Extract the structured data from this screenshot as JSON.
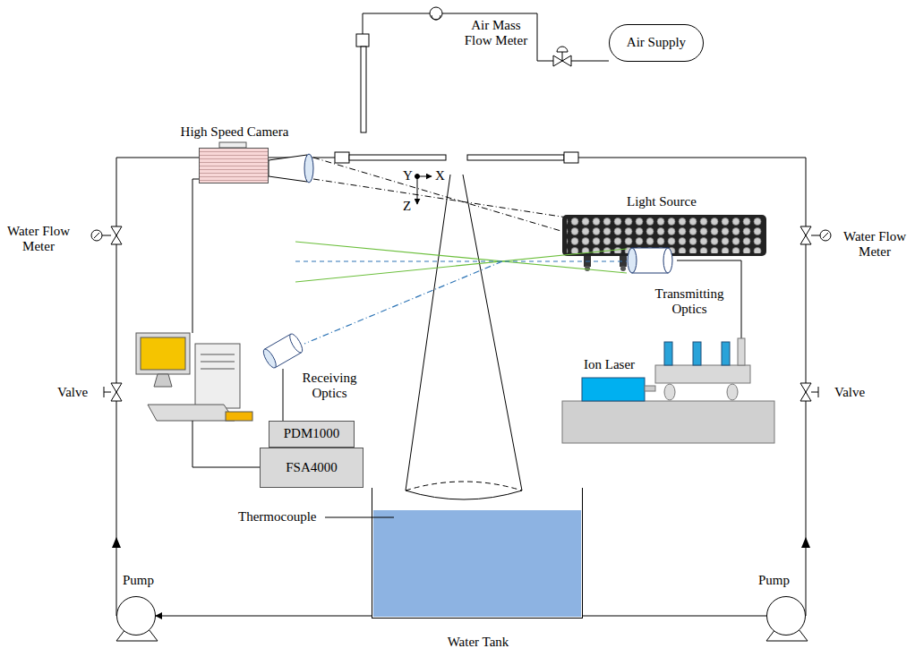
{
  "diagram": {
    "nodes": [
      {
        "text": [
          "Air Supply"
        ]
      },
      {
        "text": [
          "High Speed Camera"
        ]
      },
      {
        "text": [
          "Transmitting Optics"
        ]
      },
      {
        "text": [
          "Receiving Optics"
        ]
      },
      {
        "text": [
          "PDM1000"
        ]
      },
      {
        "text": [
          "FSA4000"
        ]
      },
      {
        "text": [
          "Ion Laser"
        ]
      },
      {
        "text": [
          "Water Tank"
        ]
      },
      {
        "text": [
          "Pump"
        ]
      },
      {
        "text": [
          "Pump"
        ]
      }
    ],
    "edges": [
      {
        "from": 3,
        "to": 4,
        "arrow": "none"
      },
      {
        "from": 2,
        "to": 6,
        "arrow": "none"
      },
      {
        "from": 7,
        "to": 8,
        "arrow": "to"
      },
      {
        "from": 7,
        "to": 9,
        "arrow": "none"
      }
    ],
    "labels": [
      "Air Mass Flow Meter",
      "Y",
      "X",
      "Z",
      "Light Source",
      "Water Flow Meter",
      "Water Flow Meter",
      "Valve",
      "Valve",
      "Thermocouple"
    ]
  }
}
